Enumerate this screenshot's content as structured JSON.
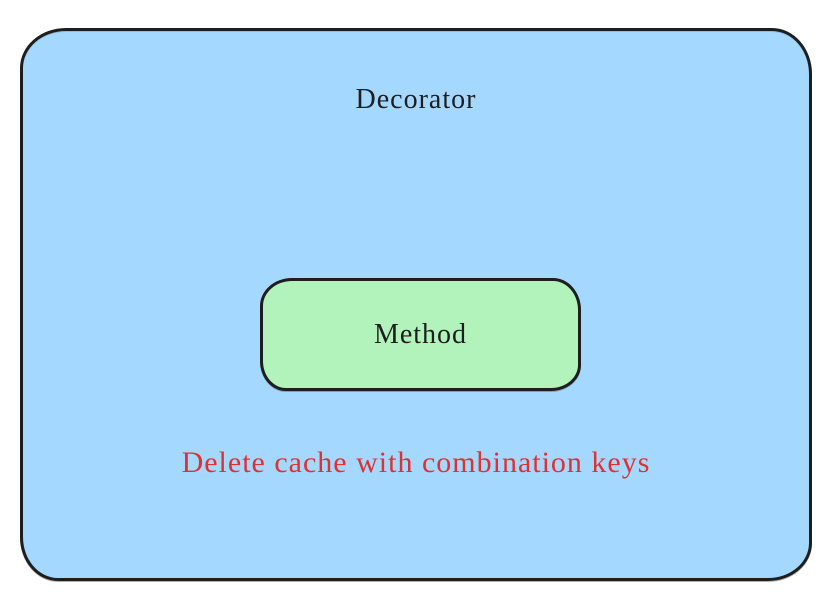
{
  "diagram": {
    "outer_box": {
      "label": "Decorator",
      "fill": "#a5d8ff",
      "stroke": "#1e1e1e"
    },
    "inner_box": {
      "label": "Method",
      "fill": "#b2f2bb",
      "stroke": "#1e1e1e"
    },
    "annotation": {
      "text": "Delete cache with combination keys",
      "color": "#e03131"
    }
  }
}
